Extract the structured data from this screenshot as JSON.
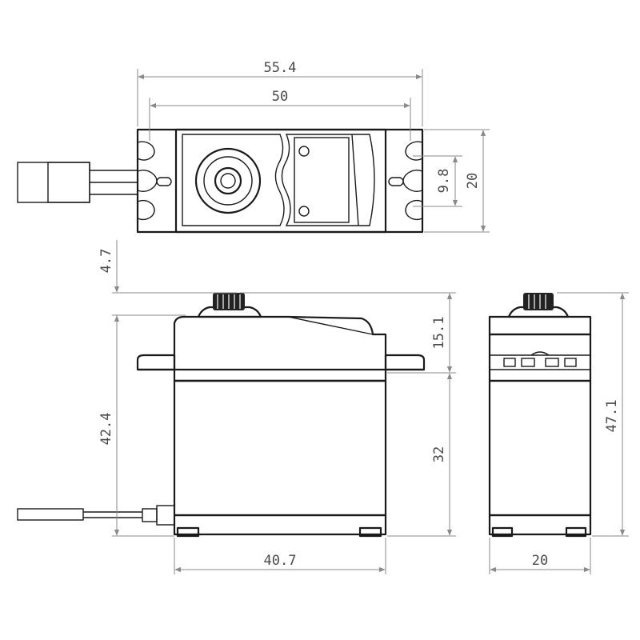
{
  "dimensions": {
    "top_overall_width": "55.4",
    "top_hole_spacing": "50",
    "top_hole_offset": "9.8",
    "top_depth": "20",
    "front_spline_height": "4.7",
    "front_upper_height": "15.1",
    "front_mount_height": "42.4",
    "front_lower_height": "32",
    "front_width": "40.7",
    "side_total_height": "47.1",
    "side_width": "20"
  },
  "colors": {
    "outline": "#1a1a1a",
    "dimension_line": "#8a8a8a",
    "dimension_text": "#4a4a4a",
    "background": "#ffffff"
  }
}
